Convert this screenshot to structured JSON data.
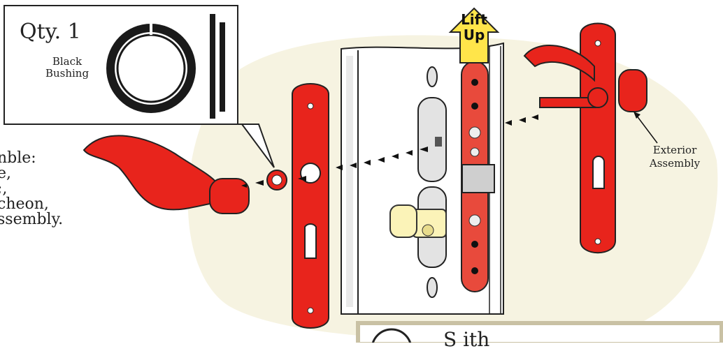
{
  "callout": {
    "qty_label": "Qty. 1",
    "part_name": "Black Bushing"
  },
  "lift_label": "Lift Up",
  "exterior_label": "Exterior Assembly",
  "assemble_text": "nble:\ne,\n;,\ncheon,\nssembly.",
  "bottom_note_partial": "S    ith",
  "colors": {
    "hardware_red": "#e8241c",
    "background_blob": "#f6f3e1",
    "arrow_yellow": "#ffe54a",
    "bushing_black": "#1a1a1a",
    "note_border": "#c9c1a4"
  }
}
